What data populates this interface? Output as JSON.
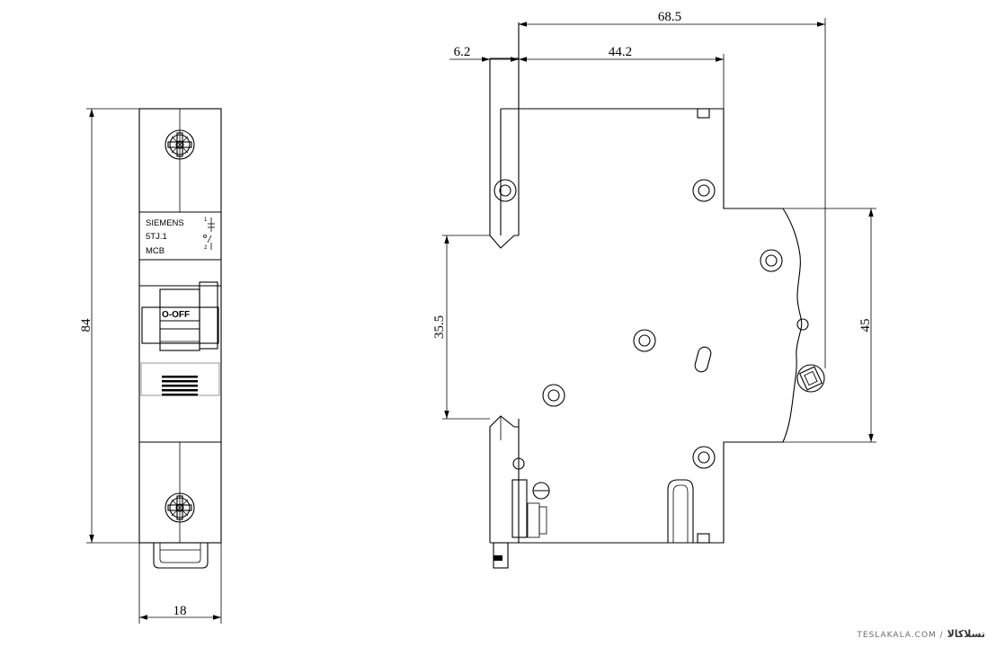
{
  "front_view": {
    "brand": "SIEMENS",
    "model": "5TJ.1",
    "type": "MCB",
    "switch_label": "O-OFF",
    "terminal_top": "1",
    "terminal_bottom": "2",
    "dim_height": "84",
    "dim_width": "18"
  },
  "side_view": {
    "dim_total_depth": "68.5",
    "dim_rail_offset": "6.2",
    "dim_step_depth": "44.2",
    "dim_rail_height": "35.5",
    "dim_front_height": "45"
  },
  "watermark": {
    "site": "TESLAKALA.COM",
    "separator": "/",
    "brand": "تسلاکالا"
  }
}
